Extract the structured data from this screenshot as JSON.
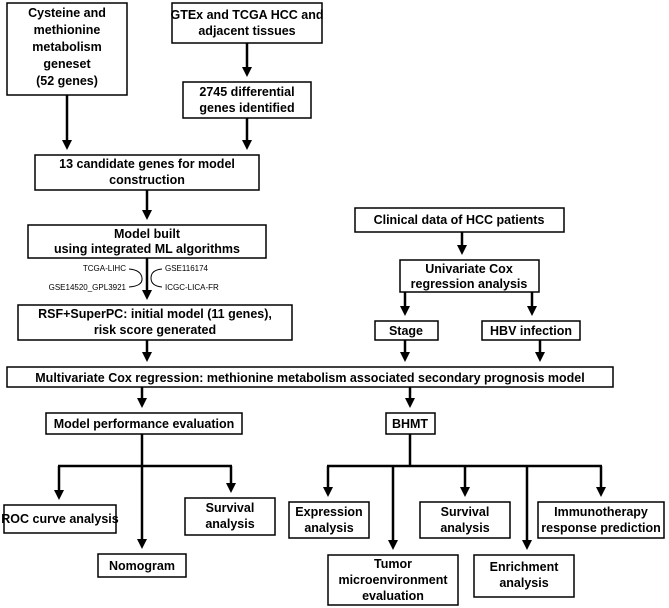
{
  "boxes": {
    "cysteine": [
      "Cysteine and",
      "methionine",
      "metabolism",
      "geneset",
      "(52 genes)"
    ],
    "gtex": [
      "GTEx and TCGA HCC and",
      "adjacent tissues"
    ],
    "diff": [
      "2745 differential",
      "genes identified"
    ],
    "candidate": [
      "13 candidate genes for model",
      "construction"
    ],
    "model_built": [
      "Model built",
      "using integrated ML algorithms"
    ],
    "clinical": [
      "Clinical data of HCC patients"
    ],
    "univariate": [
      "Univariate Cox",
      "regression analysis"
    ],
    "rsf": [
      "RSF+SuperPC: initial model (11 genes),",
      "risk score generated"
    ],
    "stage": [
      "Stage"
    ],
    "hbv": [
      "HBV infection"
    ],
    "multivariate": [
      "Multivariate Cox regression: methionine metabolism associated secondary prognosis model"
    ],
    "performance": [
      "Model performance evaluation"
    ],
    "bhmt": [
      "BHMT"
    ],
    "roc": [
      "ROC curve analysis"
    ],
    "survival1": [
      "Survival",
      "analysis"
    ],
    "nomogram": [
      "Nomogram"
    ],
    "expression": [
      "Expression",
      "analysis"
    ],
    "survival2": [
      "Survival",
      "analysis"
    ],
    "immuno": [
      "Immunotherapy",
      "response prediction"
    ],
    "tumor": [
      "Tumor",
      "microenvironment",
      "evaluation"
    ],
    "enrichment": [
      "Enrichment",
      "analysis"
    ]
  },
  "datasets": {
    "top_left": "TCGA-LIHC",
    "bottom_left": "GSE14520_GPL3921",
    "top_right": "GSE116174",
    "bottom_right": "ICGC-LICA-FR"
  }
}
